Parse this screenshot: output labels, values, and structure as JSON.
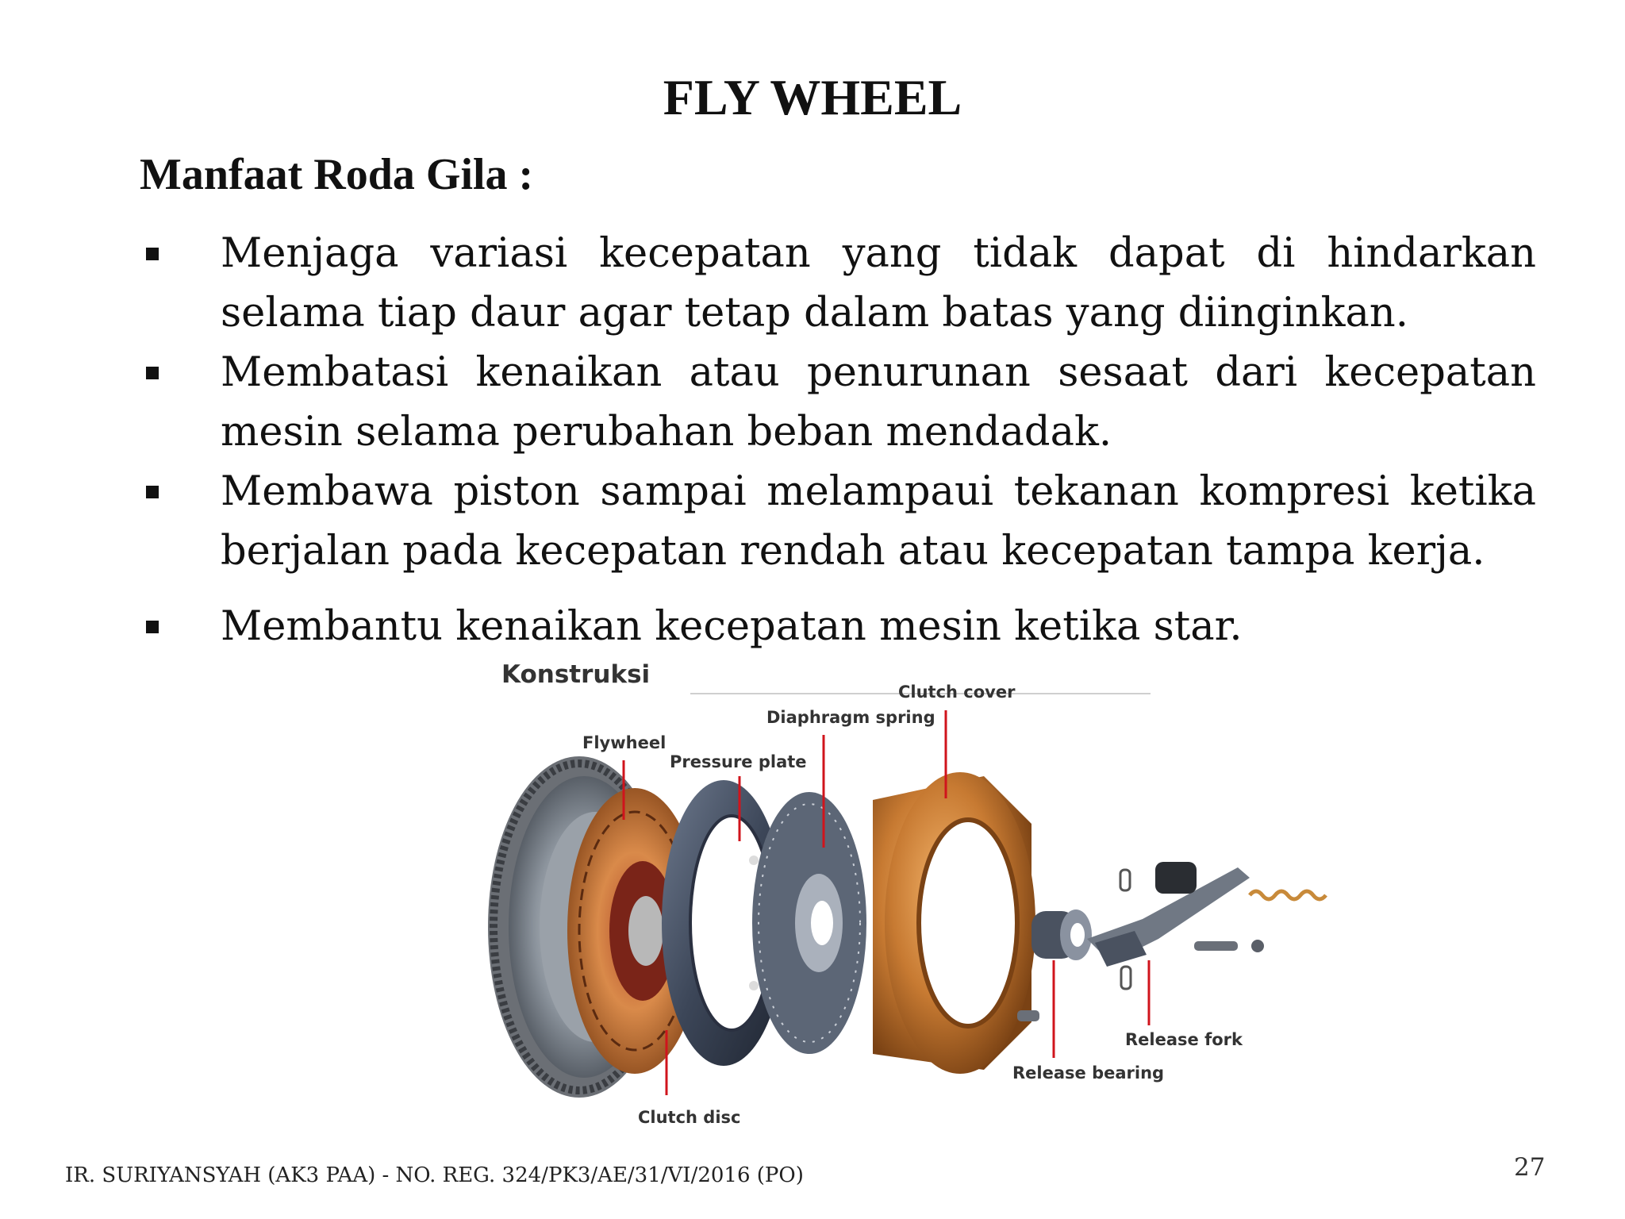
{
  "slide": {
    "title": "FLY WHEEL",
    "subtitle": "Manfaat Roda Gila :",
    "bullets": [
      "Menjaga variasi kecepatan yang tidak dapat di hindarkan selama tiap daur agar tetap dalam batas yang diinginkan.",
      "Membatasi kenaikan atau penurunan sesaat dari kecepatan mesin selama perubahan beban mendadak.",
      "Membawa piston sampai melampaui tekanan kompresi ketika berjalan pada kecepatan rendah atau kecepatan tampa kerja.",
      "Membantu kenaikan kecepatan mesin ketika star."
    ]
  },
  "figure": {
    "heading": "Konstruksi",
    "labels": {
      "clutch_cover": "Clutch cover",
      "diaphragm_spring": "Diaphragm spring",
      "flywheel": "Flywheel",
      "pressure_plate": "Pressure plate",
      "release_fork": "Release fork",
      "release_bearing": "Release bearing",
      "clutch_disc": "Clutch disc"
    }
  },
  "footer": {
    "credit": "IR. SURIYANSYAH (AK3 PAA) - NO. REG. 324/PK3/AE/31/VI/2016 (PO)",
    "page_number": "27"
  }
}
